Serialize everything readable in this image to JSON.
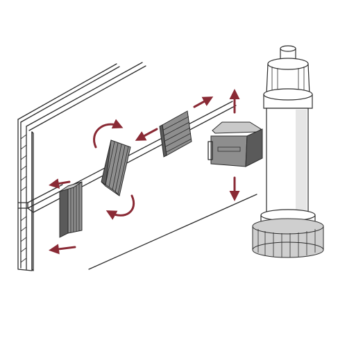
{
  "diagram": {
    "arrow_color": "#8a2a35",
    "outline_color": "#2b2b2b",
    "clip_color": "#8e8e8e",
    "parts": [
      {
        "name": "plinth-panel",
        "icon": "panel-profile"
      },
      {
        "name": "clip-removed-left",
        "icon": "clip-icon"
      },
      {
        "name": "clip-rotating",
        "icon": "clip-icon"
      },
      {
        "name": "clip-slide-in",
        "icon": "clip-icon"
      },
      {
        "name": "leg-bracket",
        "icon": "bracket-icon"
      },
      {
        "name": "adjustable-leg",
        "icon": "leg-icon"
      }
    ],
    "arrows": [
      {
        "name": "arrow-left-top",
        "direction": "left"
      },
      {
        "name": "arrow-left-bottom",
        "direction": "left"
      },
      {
        "name": "arrow-rotate-top",
        "direction": "clockwise"
      },
      {
        "name": "arrow-rotate-bottom",
        "direction": "clockwise"
      },
      {
        "name": "arrow-diagonal-down-left",
        "direction": "down-left"
      },
      {
        "name": "arrow-diagonal-up-right",
        "direction": "up-right"
      },
      {
        "name": "arrow-up",
        "direction": "up"
      },
      {
        "name": "arrow-down",
        "direction": "down"
      }
    ]
  }
}
